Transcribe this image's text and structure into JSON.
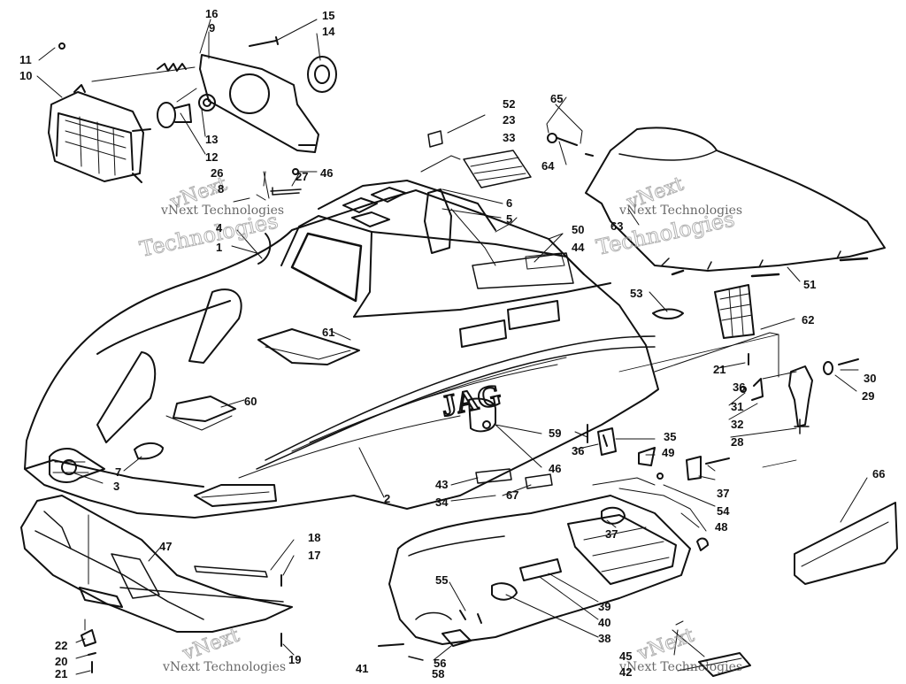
{
  "colors": {
    "ink": "#111111",
    "paper": "#ffffff",
    "watermark": "#9a9a9a"
  },
  "decal_text": "JAG",
  "watermark": {
    "brand": "vNext",
    "company": "Technologies",
    "line": "vNext Technologies"
  },
  "callouts": [
    {
      "id": "c1",
      "text": "1"
    },
    {
      "id": "c2",
      "text": "2"
    },
    {
      "id": "c3",
      "text": "3"
    },
    {
      "id": "c4",
      "text": "4"
    },
    {
      "id": "c5",
      "text": "5"
    },
    {
      "id": "c6",
      "text": "6"
    },
    {
      "id": "c7",
      "text": "7"
    },
    {
      "id": "c8",
      "text": "8"
    },
    {
      "id": "c9",
      "text": "9"
    },
    {
      "id": "c10",
      "text": "10"
    },
    {
      "id": "c11",
      "text": "11"
    },
    {
      "id": "c12",
      "text": "12"
    },
    {
      "id": "c13",
      "text": "13"
    },
    {
      "id": "c14",
      "text": "14"
    },
    {
      "id": "c15",
      "text": "15"
    },
    {
      "id": "c16",
      "text": "16"
    },
    {
      "id": "c17",
      "text": "17"
    },
    {
      "id": "c18",
      "text": "18"
    },
    {
      "id": "c19",
      "text": "19"
    },
    {
      "id": "c20",
      "text": "20"
    },
    {
      "id": "c21a",
      "text": "21"
    },
    {
      "id": "c21b",
      "text": "21"
    },
    {
      "id": "c22",
      "text": "22"
    },
    {
      "id": "c23",
      "text": "23"
    },
    {
      "id": "c26",
      "text": "26"
    },
    {
      "id": "c27",
      "text": "27"
    },
    {
      "id": "c28",
      "text": "28"
    },
    {
      "id": "c29",
      "text": "29"
    },
    {
      "id": "c30",
      "text": "30"
    },
    {
      "id": "c31",
      "text": "31"
    },
    {
      "id": "c32",
      "text": "32"
    },
    {
      "id": "c33",
      "text": "33"
    },
    {
      "id": "c34",
      "text": "34"
    },
    {
      "id": "c35",
      "text": "35"
    },
    {
      "id": "c36a",
      "text": "36"
    },
    {
      "id": "c36b",
      "text": "36"
    },
    {
      "id": "c37a",
      "text": "37"
    },
    {
      "id": "c37b",
      "text": "37"
    },
    {
      "id": "c38",
      "text": "38"
    },
    {
      "id": "c39",
      "text": "39"
    },
    {
      "id": "c40",
      "text": "40"
    },
    {
      "id": "c41",
      "text": "41"
    },
    {
      "id": "c42",
      "text": "42"
    },
    {
      "id": "c43",
      "text": "43"
    },
    {
      "id": "c44",
      "text": "44"
    },
    {
      "id": "c45",
      "text": "45"
    },
    {
      "id": "c46a",
      "text": "46"
    },
    {
      "id": "c46b",
      "text": "46"
    },
    {
      "id": "c47",
      "text": "47"
    },
    {
      "id": "c48",
      "text": "48"
    },
    {
      "id": "c49",
      "text": "49"
    },
    {
      "id": "c50",
      "text": "50"
    },
    {
      "id": "c51",
      "text": "51"
    },
    {
      "id": "c52",
      "text": "52"
    },
    {
      "id": "c53",
      "text": "53"
    },
    {
      "id": "c54",
      "text": "54"
    },
    {
      "id": "c55",
      "text": "55"
    },
    {
      "id": "c56",
      "text": "56"
    },
    {
      "id": "c58",
      "text": "58"
    },
    {
      "id": "c59",
      "text": "59"
    },
    {
      "id": "c60",
      "text": "60"
    },
    {
      "id": "c61",
      "text": "61"
    },
    {
      "id": "c62",
      "text": "62"
    },
    {
      "id": "c63",
      "text": "63"
    },
    {
      "id": "c64",
      "text": "64"
    },
    {
      "id": "c65",
      "text": "65"
    },
    {
      "id": "c66",
      "text": "66"
    },
    {
      "id": "c67",
      "text": "67"
    }
  ]
}
